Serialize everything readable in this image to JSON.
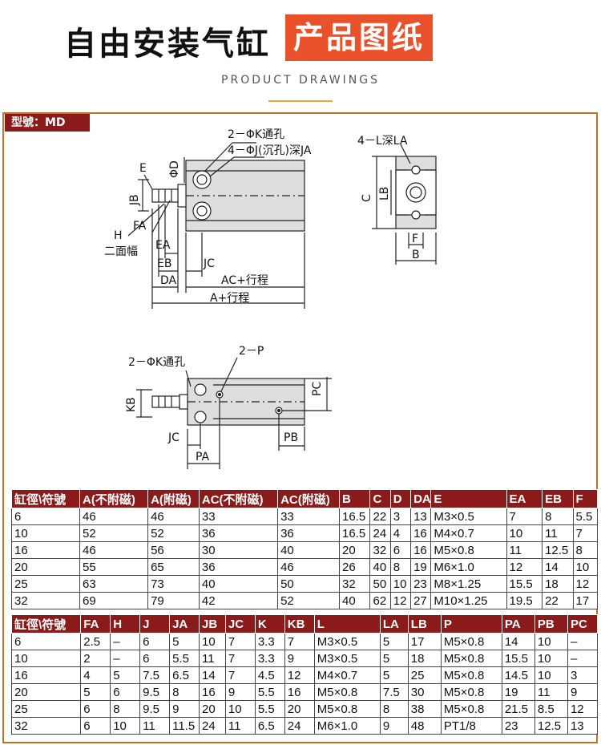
{
  "header": {
    "title_left": "自由安装气缸",
    "title_right": "产品图纸",
    "subtitle": "PRODUCT DRAWINGS"
  },
  "model_label": "型號：MD",
  "drawing_labels": {
    "kHole": "2－ΦK通孔",
    "jHole": "4－ΦJ(沉孔)深JA",
    "e": "E",
    "phiD": "ΦD",
    "jb": "JB",
    "fa": "FA",
    "h": "H",
    "twoFace": "二面幅",
    "ea": "EA",
    "eb": "EB",
    "jc": "JC",
    "da": "DA",
    "acStroke": "AC+行程",
    "aStroke": "A+行程",
    "lDepth": "4－L深LA",
    "c": "C",
    "lb": "LB",
    "f": "F",
    "b": "B",
    "kHole2": "2－ΦK通孔",
    "p": "2－P",
    "kb": "KB",
    "pc": "PC",
    "jc2": "JC",
    "pa": "PA",
    "pb": "PB"
  },
  "table1": {
    "headers": [
      "缸徑\\符號",
      "A(不附磁)",
      "A(附磁)",
      "AC(不附磁)",
      "AC(附磁)",
      "B",
      "C",
      "D",
      "DA",
      "E",
      "EA",
      "EB",
      "F"
    ],
    "rows": [
      [
        "6",
        "46",
        "46",
        "33",
        "33",
        "16.5",
        "22",
        "3",
        "13",
        "M3×0.5",
        "7",
        "8",
        "5.5"
      ],
      [
        "10",
        "52",
        "52",
        "36",
        "36",
        "16.5",
        "24",
        "4",
        "16",
        "M4×0.7",
        "10",
        "11",
        "7"
      ],
      [
        "16",
        "46",
        "56",
        "30",
        "40",
        "20",
        "32",
        "6",
        "16",
        "M5×0.8",
        "11",
        "12.5",
        "8"
      ],
      [
        "20",
        "55",
        "65",
        "36",
        "46",
        "26",
        "40",
        "8",
        "19",
        "M6×1.0",
        "12",
        "14",
        "10"
      ],
      [
        "25",
        "63",
        "73",
        "40",
        "50",
        "32",
        "50",
        "10",
        "23",
        "M8×1.25",
        "15.5",
        "18",
        "12"
      ],
      [
        "32",
        "69",
        "79",
        "42",
        "52",
        "40",
        "62",
        "12",
        "27",
        "M10×1.25",
        "19.5",
        "22",
        "17"
      ]
    ]
  },
  "table2": {
    "headers": [
      "缸徑\\符號",
      "FA",
      "H",
      "J",
      "JA",
      "JB",
      "JC",
      "K",
      "KB",
      "L",
      "LA",
      "LB",
      "P",
      "PA",
      "PB",
      "PC"
    ],
    "rows": [
      [
        "6",
        "2.5",
        "–",
        "6",
        "5",
        "10",
        "7",
        "3.3",
        "7",
        "M3×0.5",
        "5",
        "17",
        "M5×0.8",
        "14",
        "10",
        "–"
      ],
      [
        "10",
        "2",
        "–",
        "6",
        "5.5",
        "11",
        "7",
        "3.3",
        "9",
        "M3×0.5",
        "5",
        "18",
        "M5×0.8",
        "15.5",
        "10",
        "–"
      ],
      [
        "16",
        "4",
        "5",
        "7.5",
        "6.5",
        "14",
        "7",
        "4.5",
        "12",
        "M4×0.7",
        "5",
        "25",
        "M5×0.8",
        "14.5",
        "10",
        "3"
      ],
      [
        "20",
        "5",
        "6",
        "9.5",
        "8",
        "16",
        "9",
        "5.5",
        "16",
        "M5×0.8",
        "7.5",
        "30",
        "M5×0.8",
        "19",
        "11",
        "9"
      ],
      [
        "25",
        "6",
        "8",
        "9.5",
        "9",
        "20",
        "10",
        "5.5",
        "20",
        "M5×0.8",
        "8",
        "38",
        "M5×0.8",
        "21.5",
        "8.5",
        "12"
      ],
      [
        "32",
        "6",
        "10",
        "11",
        "11.5",
        "24",
        "11",
        "6.5",
        "24",
        "M6×1.0",
        "9",
        "48",
        "PT1/8",
        "23",
        "12.5",
        "13"
      ]
    ]
  },
  "colors": {
    "accent": "#e8512a",
    "header_bg": "#8b1a1a",
    "border": "#b9742a",
    "body_fill": "#dedede"
  }
}
